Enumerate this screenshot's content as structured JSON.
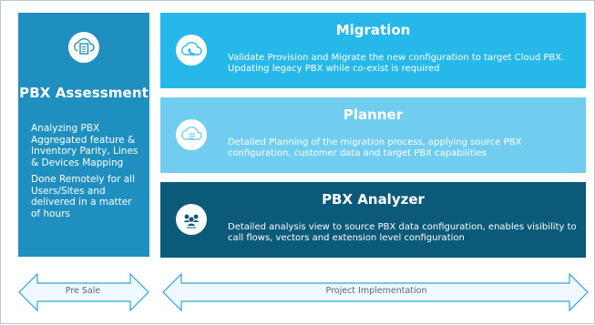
{
  "assessment": {
    "title": "PBX Assessment",
    "paragraph_1": "Analyzing PBX Aggregated feature & Inventory Parity, Lines & Devices Mapping",
    "paragraph_2": "Done Remotely for all Users/Sites and delivered in a matter of hours",
    "icon": "document-cloud-icon"
  },
  "stages": [
    {
      "title": "Migration",
      "description": "Validate Provision and Migrate the new configuration to target Cloud PBX. Updating legacy PBX while co-exist is required",
      "icon": "phone-cloud-icon"
    },
    {
      "title": "Planner",
      "description": "Detailed Planning of the migration process, applying source PBX configuration, customer data and target PBX capabilities",
      "icon": "cloud-list-icon"
    },
    {
      "title": "PBX Analyzer",
      "description": "Detailed analysis view to source PBX data configuration, enables visibility to call flows, vectors and extension level configuration",
      "icon": "users-network-icon"
    }
  ],
  "phases": {
    "pre_sale": "Pre Sale",
    "project_implementation": "Project Implementation"
  },
  "colors": {
    "assessment": "#1f8fbf",
    "migration": "#27b8ea",
    "planner": "#71cdef",
    "analyzer": "#0c5a79",
    "arrow_stroke": "#2fa6d6",
    "arrow_fill": "#eef8fd"
  }
}
